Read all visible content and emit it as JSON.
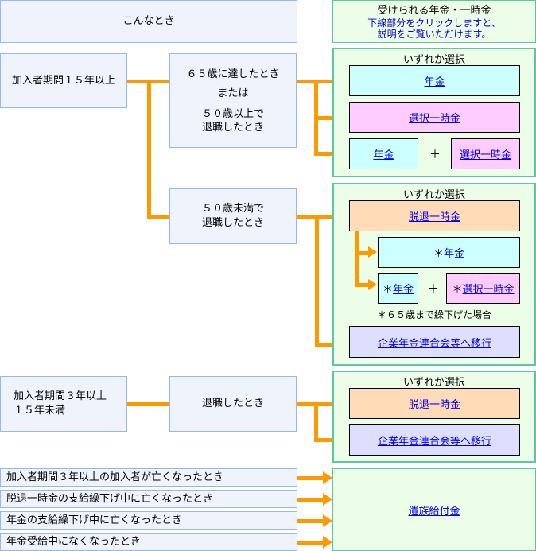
{
  "header": {
    "conditions_label": "こんなとき",
    "benefits_title": "受けられる年金・一時金",
    "benefits_note_line1": "下線部分をクリックしますと、",
    "benefits_note_line2": "説明をご覧いただけます。"
  },
  "section1": {
    "condition": "加入者期間１５年以上",
    "branch_a": {
      "line1": "６５歳に達したとき",
      "line2": "または",
      "line3": "５０歳以上で",
      "line4": "退職したとき",
      "group_title": "いずれか選択",
      "options": {
        "pension": "年金",
        "lump_sum": "選択一時金",
        "combo_pension": "年金",
        "combo_plus": "＋",
        "combo_lump_sum": "選択一時金"
      }
    },
    "branch_b": {
      "line1": "５０歳未満で",
      "line2": "退職したとき",
      "group_title": "いずれか選択",
      "options": {
        "withdrawal_lump_sum": "脱退一時金",
        "deferred_prefix": "＊",
        "deferred_pension": "年金",
        "combo_prefix1": "＊",
        "combo_pension": "年金",
        "combo_plus": "＋",
        "combo_prefix2": "＊",
        "combo_lump_sum": "選択一時金",
        "note": "＊６５歳まで繰下げた場合",
        "transfer": "企業年金連合会等へ移行"
      }
    }
  },
  "section2": {
    "condition_line1": "加入者期間３年以上",
    "condition_line2": "１５年未満",
    "event": "退職したとき",
    "group_title": "いずれか選択",
    "options": {
      "withdrawal_lump_sum": "脱退一時金",
      "transfer": "企業年金連合会等へ移行"
    }
  },
  "section3": {
    "conditions": [
      "加入者期間３年以上の加入者が亡くなったとき",
      "脱退一時金の支給繰下げ中に亡くなったとき",
      "年金の支給繰下げ中に亡くなったとき",
      "年金受給中になくなったとき"
    ],
    "benefit": "遺族給付金"
  },
  "colors": {
    "connector": "#ff9900",
    "link": "#0000ee",
    "condition_bg": "#eef3fc",
    "group_bg": "#ecfde8",
    "pension_bg": "#ccffff",
    "lump_sum_bg": "#ffccff",
    "withdrawal_bg": "#ffdbb7",
    "transfer_bg": "#dedffe"
  }
}
